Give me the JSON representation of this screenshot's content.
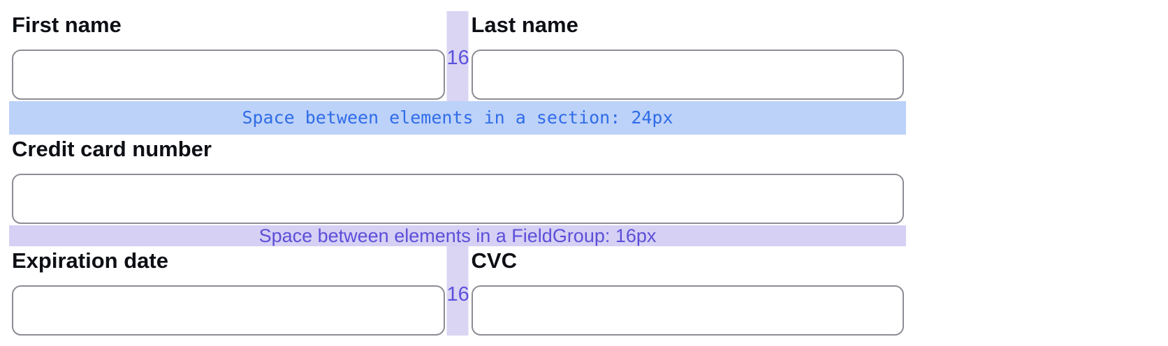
{
  "form": {
    "row1": {
      "left_label": "First name",
      "left_value": "",
      "right_label": "Last name",
      "right_value": "",
      "gap_label": "16"
    },
    "section_band_label": "Space between elements in a section: 24px",
    "row2": {
      "label": "Credit card number",
      "value": ""
    },
    "group_band_label": "Space between elements in a FieldGroup: 16px",
    "row3": {
      "left_label": "Expiration date",
      "left_value": "",
      "right_label": "CVC",
      "right_value": "",
      "gap_label": "16"
    }
  },
  "colors": {
    "section_band_bg": "#bdd2f9",
    "section_band_text": "#2f6ce8",
    "group_band_bg": "#d6d0f4",
    "group_band_text": "#5c4fd9",
    "gap_strip_bg": "#dad5f3",
    "gap_number_text": "#5b51dd",
    "input_border": "#8d8d95",
    "label_text": "#0d0f14"
  }
}
